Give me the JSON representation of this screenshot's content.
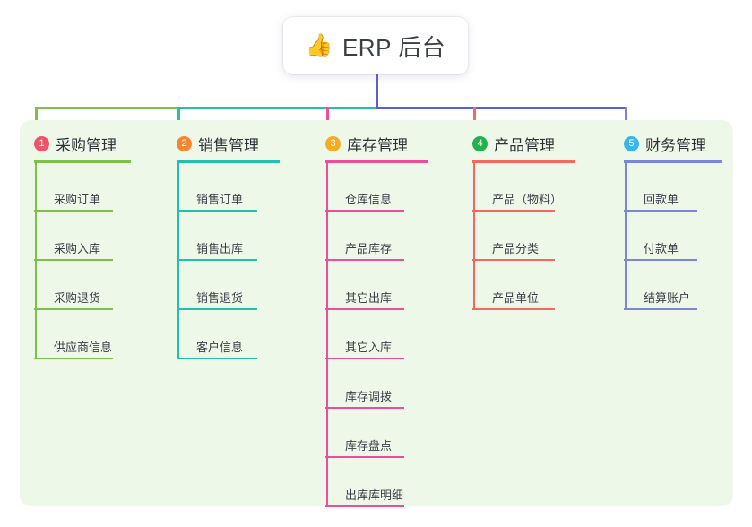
{
  "root": {
    "icon": "thumbs-up-emoji",
    "icon_glyph": "👍",
    "title": "ERP 后台"
  },
  "panel": {
    "background": "#eef8e9"
  },
  "connector": {
    "segments": [
      {
        "name": "bus-green",
        "color": "#7dc04a"
      },
      {
        "name": "bus-teal",
        "color": "#25bfae"
      },
      {
        "name": "bus-periwinkle",
        "color": "#5b5fd0"
      }
    ],
    "root_stem_color": "#5b5fd0"
  },
  "columns": [
    {
      "index": "1",
      "title": "采购管理",
      "badge_color": "#f05268",
      "line_color": "#7dc04a",
      "stem_color": "#7dc04a",
      "items": [
        {
          "label": "采购订单"
        },
        {
          "label": "采购入库"
        },
        {
          "label": "采购退货"
        },
        {
          "label": "供应商信息"
        }
      ]
    },
    {
      "index": "2",
      "title": "销售管理",
      "badge_color": "#f58634",
      "line_color": "#25bfae",
      "stem_color": "#25bfae",
      "items": [
        {
          "label": "销售订单"
        },
        {
          "label": "销售出库"
        },
        {
          "label": "销售退货"
        },
        {
          "label": "客户信息"
        }
      ]
    },
    {
      "index": "3",
      "title": "库存管理",
      "badge_color": "#f5ab22",
      "line_color": "#ef4c9a",
      "stem_color": "#ef4c9a",
      "items": [
        {
          "label": "仓库信息"
        },
        {
          "label": "产品库存"
        },
        {
          "label": "其它出库"
        },
        {
          "label": "其它入库"
        },
        {
          "label": "库存调拨"
        },
        {
          "label": "库存盘点"
        },
        {
          "label": "出库库明细"
        }
      ]
    },
    {
      "index": "4",
      "title": "产品管理",
      "badge_color": "#22b14c",
      "line_color": "#f4685f",
      "stem_color": "#f4685f",
      "items": [
        {
          "label": "产品（物料）"
        },
        {
          "label": "产品分类"
        },
        {
          "label": "产品单位"
        }
      ]
    },
    {
      "index": "5",
      "title": "财务管理",
      "badge_color": "#36b7e8",
      "line_color": "#7b86d8",
      "stem_color": "#7b86d8",
      "items": [
        {
          "label": "回款单"
        },
        {
          "label": "付款单"
        },
        {
          "label": "结算账户"
        }
      ]
    }
  ]
}
